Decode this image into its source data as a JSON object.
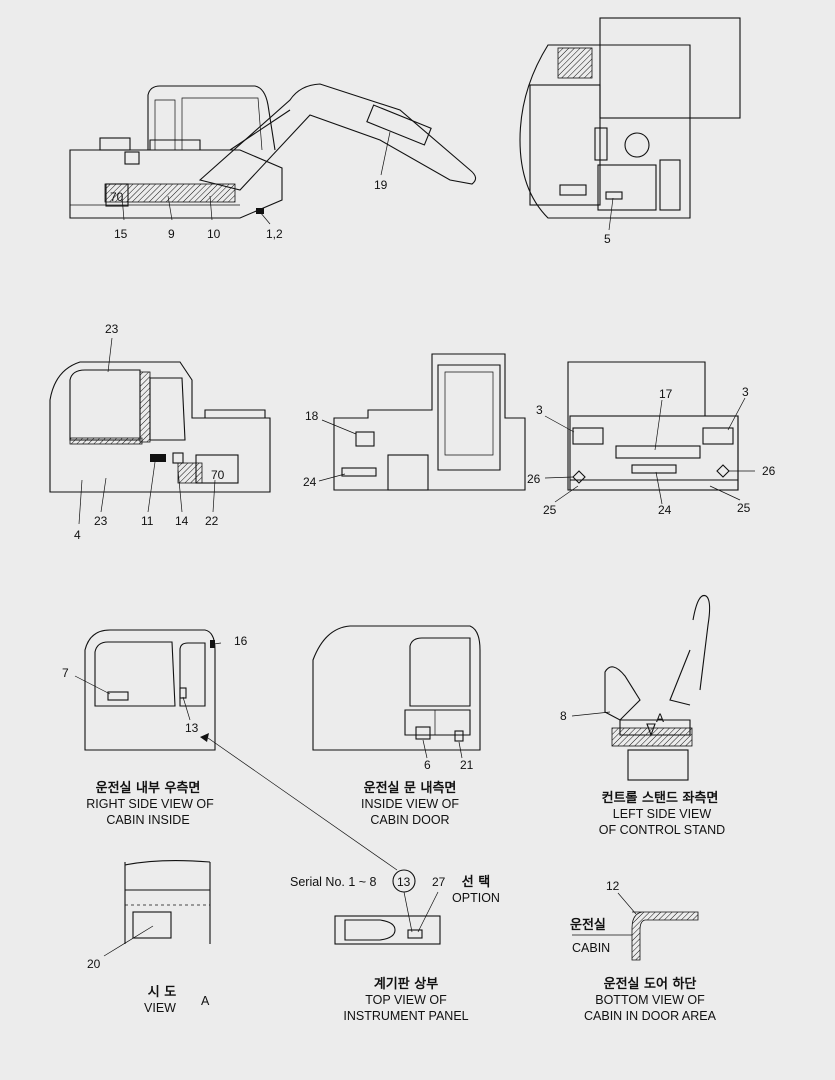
{
  "callouts": {
    "c15": "15",
    "c9": "9",
    "c10": "10",
    "c12a": "1,2",
    "c19": "19",
    "c5": "5",
    "c23a": "23",
    "c4": "4",
    "c23b": "23",
    "c11": "11",
    "c14": "14",
    "c22": "22",
    "c18": "18",
    "c24a": "24",
    "c3a": "3",
    "c17": "17",
    "c3b": "3",
    "c26a": "26",
    "c26b": "26",
    "c25a": "25",
    "c24b": "24",
    "c25b": "25",
    "c7": "7",
    "c16": "16",
    "c13": "13",
    "c6": "6",
    "c21": "21",
    "c8": "8",
    "cA": "A",
    "c20": "20",
    "c13b": "13",
    "c27": "27",
    "c12": "12"
  },
  "labels": {
    "fig_a_model": "70",
    "fig_c_model": "70",
    "cabin_inside_ko": "운전실 내부 우측면",
    "cabin_inside_en1": "RIGHT SIDE VIEW OF",
    "cabin_inside_en2": "CABIN INSIDE",
    "cabin_door_ko": "운전실 문 내측면",
    "cabin_door_en1": "INSIDE VIEW OF",
    "cabin_door_en2": "CABIN DOOR",
    "control_ko": "컨트롤 스탠드 좌측면",
    "control_en1": "LEFT SIDE VIEW",
    "control_en2": "OF CONTROL STAND",
    "view_ko": "시 도",
    "view_en": "VIEW",
    "view_letter": "A",
    "serial": "Serial No. 1 ~ 8",
    "option_ko": "선 택",
    "option_en": "OPTION",
    "instrument_ko": "계기판 상부",
    "instrument_en1": "TOP VIEW OF",
    "instrument_en2": "INSTRUMENT PANEL",
    "cabin_ko": "운전실",
    "cabin_en": "CABIN",
    "bottom_ko": "운전실 도어 하단",
    "bottom_en1": "BOTTOM VIEW OF",
    "bottom_en2": "CABIN IN DOOR AREA"
  }
}
